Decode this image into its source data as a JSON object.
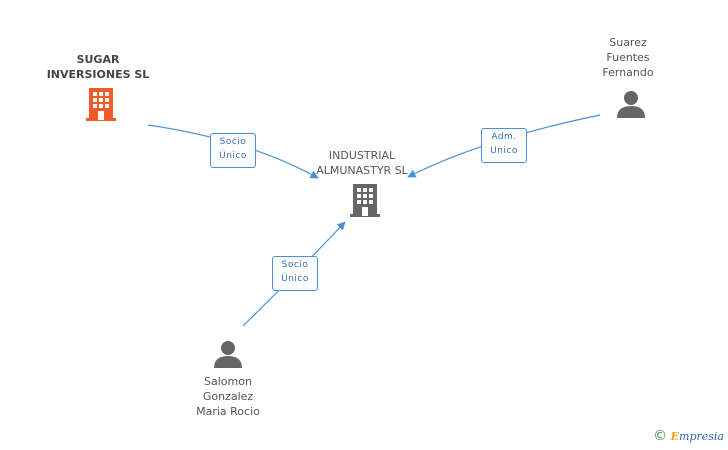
{
  "nodes": {
    "sugar": {
      "name": "SUGAR INVERSIONES SL",
      "line1": "SUGAR",
      "line2": "INVERSIONES SL",
      "type": "company",
      "color": "#f15a29"
    },
    "industrial": {
      "name": "INDUSTRIAL ALMUNASTYR SL",
      "line1": "INDUSTRIAL",
      "line2": "ALMUNASTYR SL",
      "type": "company",
      "color": "#666666"
    },
    "suarez": {
      "line1": "Suarez",
      "line2": "Fuentes",
      "line3": "Fernando",
      "type": "person",
      "color": "#666666"
    },
    "salomon": {
      "line1": "Salomon",
      "line2": "Gonzalez",
      "line3": "Maria Rocio",
      "type": "person",
      "color": "#666666"
    }
  },
  "edges": [
    {
      "from": "sugar",
      "to": "industrial",
      "label1": "Socio",
      "label2": "Único"
    },
    {
      "from": "suarez",
      "to": "industrial",
      "label1": "Adm.",
      "label2": "Unico"
    },
    {
      "from": "salomon",
      "to": "industrial",
      "label1": "Socio",
      "label2": "Único"
    }
  ],
  "footer": {
    "copyright": "©",
    "brand_initial": "E",
    "brand_rest": "mpresia"
  },
  "colors": {
    "edge": "#4a90d9",
    "label_text": "#2f6fb8"
  }
}
